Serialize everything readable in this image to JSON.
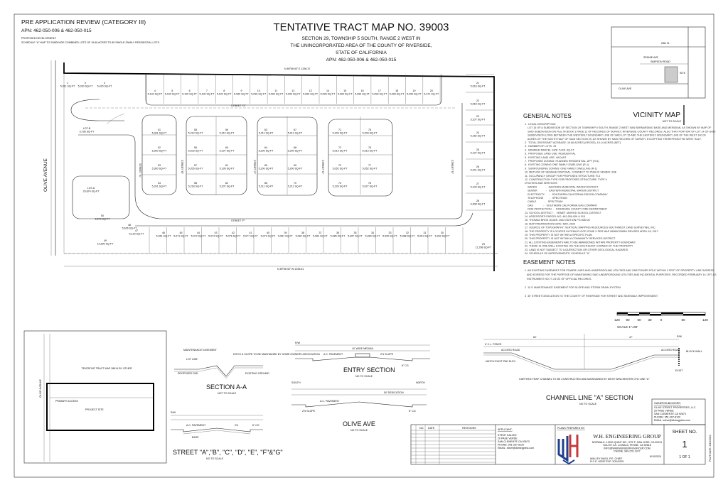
{
  "header": {
    "review_title": "PRE APPLICATION REVIEW (CATEGORY III)",
    "apn": "APN: 462-050-006 & 462-050-015",
    "dev_label": "PROPOSED DEVELOPMENT:",
    "dev_text": "SCHEDULE \"A\" MAP TO SUBDIVIDE COMBINED LOTS OF 19.66 ACRES TO 85 SINGLE-FAMILY RESIDENTIAL LOTS.",
    "map_title": "TENTATIVE TRACT MAP NO. 39003",
    "sub1": "SECTION 29, TOWNSHIP 5 SOUTH, RANGE 2 WEST IN",
    "sub2": "THE UNINCORPORATED AREA OF THE COUNTY OF RIVERSIDE,",
    "sub3": "STATE OF CALIFORNIA",
    "sub4": "APN: 462-050-006 & 462-050-015"
  },
  "site_plan": {
    "road": "OLIVE AVENUE",
    "street_g": "STREET \"G\"",
    "street_f": "STREET \"F\"",
    "street_a": "STREET \"A\"",
    "street_b": "STREET \"B\"",
    "street_c": "STREET \"C\"",
    "street_d": "STREET \"D\"",
    "street_e": "STREET \"E\"",
    "bearing_top": "N 89°56'40\" E 1296.37",
    "bearing_bottom": "N 89°56'40\" W 1296.81",
    "lot_suffix": "SQ-FT",
    "lots": [
      {
        "no": "1",
        "area": "5,011"
      },
      {
        "no": "2",
        "area": "5,030"
      },
      {
        "no": "3",
        "area": "5,420"
      },
      {
        "no": "4",
        "area": "5,134"
      },
      {
        "no": "5",
        "area": "5,100"
      },
      {
        "no": "6",
        "area": "5,100"
      },
      {
        "no": "7",
        "area": "5,100"
      },
      {
        "no": "8",
        "area": "5,100"
      },
      {
        "no": "9",
        "area": "5,099"
      },
      {
        "no": "10",
        "area": "5,099"
      },
      {
        "no": "11",
        "area": "5,099"
      },
      {
        "no": "12",
        "area": "5,099"
      },
      {
        "no": "13",
        "area": "5,099"
      },
      {
        "no": "14",
        "area": "5,099"
      },
      {
        "no": "15",
        "area": "5,099"
      },
      {
        "no": "16",
        "area": "5,099"
      },
      {
        "no": "17",
        "area": "5,099"
      },
      {
        "no": "18",
        "area": "5,099"
      },
      {
        "no": "19",
        "area": "5,099"
      },
      {
        "no": "20",
        "area": "5,371"
      },
      {
        "no": "21",
        "area": "5,016"
      },
      {
        "no": "22",
        "area": "5,063"
      },
      {
        "no": "23",
        "area": "5,107"
      },
      {
        "no": "24",
        "area": "5,152"
      },
      {
        "no": "25",
        "area": "5,197"
      },
      {
        "no": "26",
        "area": "5,241"
      },
      {
        "no": "27",
        "area": "5,103"
      },
      {
        "no": "28",
        "area": "6,308"
      },
      {
        "no": "29",
        "area": "11,298"
      },
      {
        "no": "30",
        "area": "6,392"
      },
      {
        "no": "31",
        "area": "5,061"
      },
      {
        "no": "32",
        "area": "5,088"
      },
      {
        "no": "33",
        "area": "5,090"
      },
      {
        "no": "34",
        "area": "5,089"
      },
      {
        "no": "35",
        "area": "5,087"
      },
      {
        "no": "36",
        "area": "5,085"
      },
      {
        "no": "37",
        "area": "5,084"
      },
      {
        "no": "38",
        "area": "5,082"
      },
      {
        "no": "39",
        "area": "5,081"
      },
      {
        "no": "40",
        "area": "5,079"
      },
      {
        "no": "41",
        "area": "5,077"
      },
      {
        "no": "42",
        "area": "5,076"
      },
      {
        "no": "43",
        "area": "5,074"
      },
      {
        "no": "44",
        "area": "5,072"
      },
      {
        "no": "45",
        "area": "5,071"
      },
      {
        "no": "46",
        "area": "5,061"
      },
      {
        "no": "47",
        "area": "5,120"
      },
      {
        "no": "48",
        "area": "5,626"
      },
      {
        "no": "49",
        "area": "10,590"
      },
      {
        "no": "50",
        "area": "6,579"
      },
      {
        "no": "51",
        "area": "5,301"
      },
      {
        "no": "52",
        "area": "5,300"
      },
      {
        "no": "53",
        "area": "5,300"
      },
      {
        "no": "54",
        "area": "5,201"
      },
      {
        "no": "55",
        "area": "5,212"
      },
      {
        "no": "56",
        "area": "5,203"
      },
      {
        "no": "57",
        "area": "5,205"
      },
      {
        "no": "58",
        "area": "5,218"
      },
      {
        "no": "59",
        "area": "5,210"
      },
      {
        "no": "60",
        "area": "5,197"
      },
      {
        "no": "61",
        "area": "5,195"
      },
      {
        "no": "62",
        "area": "5,207"
      },
      {
        "no": "63",
        "area": "5,211"
      },
      {
        "no": "64",
        "area": "5,200"
      },
      {
        "no": "65",
        "area": "5,200"
      },
      {
        "no": "66",
        "area": "5,211"
      },
      {
        "no": "67",
        "area": "5,211"
      },
      {
        "no": "68",
        "area": "5,200"
      },
      {
        "no": "69",
        "area": "5,200"
      },
      {
        "no": "70",
        "area": "5,211"
      },
      {
        "no": "71",
        "area": "5,209"
      },
      {
        "no": "72",
        "area": "5,013"
      },
      {
        "no": "73",
        "area": "5,052"
      },
      {
        "no": "74",
        "area": "5,226"
      },
      {
        "no": "75",
        "area": "5,209"
      },
      {
        "no": "76",
        "area": "5,013"
      },
      {
        "no": "77",
        "area": "5,052"
      },
      {
        "no": "78",
        "area": "5,027"
      },
      {
        "no": "LOT-A",
        "area": "20,874"
      },
      {
        "no": "LOT-B",
        "area": "3,795"
      }
    ]
  },
  "vicinity_map": {
    "title": "VICINITY MAP",
    "scale": "NOT TO SCALE",
    "labels": [
      "SIMPSON ROAD",
      "OLIVE AVE",
      "ZENNIE AVE",
      "SITE",
      "28th St"
    ]
  },
  "general_notes": {
    "title": "GENERAL NOTES",
    "items": [
      "1.  LEGAL DESCRIPTION:",
      "    LOT 15 OF A SUBDIVISION OF SECTION 29 TOWNSHIP 5 SOUTH, RANGE 2 WEST SAN BERNARDINO BASE AND MERIDIAN, AS SHOWN BY MAP OF",
      "    SAID SUBDIVISION ON FILE IN BOOK 1 PAGE 11 OF RECORDS OF SURVEY, RIVERSIDE COUNTY RECORDS. ALSO THAT PORTION OF LOT 14 OF SAID",
      "    SUBDIVISION LYING BETWEEN THE WESTERLY BOUNDARY LINE OF SAID LOT 15 AND THE EASTERLY BOUNDARY LINE OF THE WEST 140.00",
      "    ACRES OF THE SOUTH HALF OF SAID SECTION 29, AS SHOWN BY SAID RECORD OF SURVEY, EXCEPTING THEREFROM THE WEST HALF.",
      "2.  TOTAL GROSS/NET ACREAGE: 19.66 ACRES (GROSS), 15.14 ACRES (NET)",
      "3.  NUMBER OF LOTS: 78",
      "4.  MINIMUM PARCEL SIZE: 5,001 SQ-FT",
      "5.  PROPOSED LAND USE: RESIDENTIAL",
      "6.  EXISTING LAND USE: VACANT",
      "7.  PROPOSED ZONING: PLANNED RESIDENTIAL, APT (R-6)",
      "8.  EXISTING ZONING ONE FAMILY DWELLING (R-1)",
      "9.  SURROUNDING ZONING: ONE FAMILY DWELLING (R-1)",
      "10. METHOD OF SEWAGE DISPOSAL: CONNECT TO PUBLIC SEWER LINE",
      "11. OCCUPANCY GROUP FOR PROPOSED STRUCTURE: R-3",
      "12. CONSTRUCTION TYPE FOR PROPOSED STRUCTURE: TYPE V",
      "UTILITIES AND SERVICES:",
      "    WATER            -   EASTERN MUNICIPAL WATER DISTRICT",
      "    SEWER            -   EASTERN MUNICIPAL WATER DISTRICT",
      "    ELECTRICITY      -   SOUTHERN CALIFORNIA EDISON COMPANY",
      "    TELEPHONE        -   SPECTRUM",
      "    CABLE            -   SPECTRUM",
      "    GAS              -   SOUTHERN CALIFORNIA GAS COMPANY",
      "    FIRE PROTECTION  -   RIVERSIDE COUNTY FIRE DEPARTMENT",
      "13. SCHOOL DISTRICT -   HEMET UNIFIED SCHOOL DISTRICT",
      "14. ASSESSOR'S PARCEL NO. 462-050-006 & 015",
      "15. THOMAS BROS GUIDE: 2002 EDITION PG 808 D6",
      "16. MAP PREPARATION DATE: MAY, 2024",
      "17. SOURCE OF TOPOGRAPHY: VERTICAL MAPPING RESOURCES SOUTHWEST LAND SURVEYING, INC.",
      "18. THE PROPERTY IS LOCATED IN FEMA FLOOD ZONE X PER MAP 06065C2085H REVISED APRIL 18, 2017",
      "19. THIS PROPERTY IS NOT WITHIN A SPECIFIC PLAN",
      "20. THIS PROPERTY IS NOT WITHIN A COMMUNITY SERVICES DISTRICT",
      "21. ALL EXISTING EASEMENTS ARE TO BE ABANDONED WITHIN PROPERTY BOUNDARY",
      "22. THERE IS ONE WELL EXISTING ON THE SOUTHEAST CORNER OF THE PROPERTY",
      "23. LAND IS NOT SUBJECT TO LIQUEFACTION OR OTHER GEOLOGICAL HAZARDS",
      "24. SCHEDULE OF IMPROVEMENTS: SCHEDULE \"A\""
    ]
  },
  "easement_notes": {
    "title": "EASEMENT NOTES",
    "items": [
      "1  AN EXISTING EASEMENT FOR POWER LINES AND UNDERGROUND UTILITIES AND ONE POWER POLE WITHIN 3 FEET OF PROPERTY LINE INGRESS",
      "   AND EGRESS FOR THE PURPOSE OF MAINTAINING SAID UNDERGROUND UTILITIES AND INCIDENTAL PURPOSES. RECORDED FEBRUARY 14 1977 AS",
      "   INSTRUMENT NO.77-24722 OF OFFICIAL RECORDS.",
      "2  12.0' MAINTENANCE EASEMENT FOR SLOPE AND STORM DRAIN SYSTEM",
      "3  30' STREET DEDICATION TO THE COUNTY OF RIVERSIDE FOR STREET AND SIDEWALK IMPROVEMENT."
    ]
  },
  "scale_bar": {
    "ticks": [
      "120",
      "90",
      "60",
      "30",
      "0",
      "60",
      "120"
    ],
    "label": "SCALE 1\"=60'"
  },
  "sections": {
    "section_aa": {
      "title": "SECTION A-A",
      "scale": "NOT TO SCALE",
      "labels": [
        "MAINTENANCE EASEMENT",
        "LOT LINE",
        "PROPOSED PAD",
        "DITCH & SLOPE TO BE MAINTAINED BY HOME OWNERS ASSOCIATION",
        "EXISTING GROUND"
      ]
    },
    "entry": {
      "title": "ENTRY SECTION",
      "scale": "NO TO SCALE",
      "labels": [
        "R/W",
        "A.C. PAVEMENT",
        "10' WIDE MEDIAN",
        "2% SLOPE",
        "6\" CG"
      ]
    },
    "olive": {
      "title": "OLIVE AVE",
      "scale": "NO TO SCALE",
      "labels": [
        "SOUTH",
        "NORTH",
        "A.C. PAVEMENT",
        "2% SLOPE",
        "6\" CG",
        "50' DEDICATION"
      ]
    },
    "street": {
      "title": "STREET \"A\",\"B\", \"C\", \"D\", \"E\", \"F\"&\"G\"",
      "scale": "NO TO SCALE",
      "labels": [
        "R/W",
        "A.C. PAVEMENT",
        "BASE",
        "2%",
        "6\" CG"
      ]
    },
    "channel": {
      "title": "CHANNEL LINE \"A\" SECTION",
      "scale": "NO TO SCALE",
      "labels": [
        "6' C.L. FENCE",
        "ACCESS ROAD",
        "MATCH EXIST PAD ELEV",
        "EARTHEN TRAP. CHANNEL TO BE CONSTRUCTED AND MAINTAINED BY WEST WINCHESTER CFD LINE \"A\"",
        "ACCESS ROAD",
        "BLOCK WALL",
        "EXIST",
        "R/W",
        "62'",
        "47'"
      ]
    }
  },
  "location_map": {
    "labels": [
      "TENTATIVE TRACT MAP 38614 BY OTHER",
      "PRIMARY ACCESS",
      "PROJECT SITE",
      "OLIVE AVENUE"
    ]
  },
  "title_block": {
    "revisions_headers": [
      "NO.",
      "DATE",
      "REVISIONS"
    ],
    "applicant_title": "APPLICANT:",
    "applicant_lines": [
      "STEVE GALVEZ",
      "20 PASE VERDE",
      "SAN CLEMENTE CA 92673",
      "PHONE: 951-267-8120",
      "EMAIL: steve@dkrsegptinc.com"
    ],
    "prepared_by": "PLANS PREPARED BY:",
    "firm_name": "W.H. ENGINEERING GROUP",
    "firm_lines": [
      "NORWALK: 13200 QUINT DR., STE F, SAN JOSE, CA 95131",
      "SOUTH CA: 14 WALD, IRVINE, CA 92618",
      "INFO@WHENGINEERINGGROUP.COM",
      "PHONE: 949-276-1977"
    ],
    "date": "8/10/2024",
    "engineer_lines": [
      "WALLEY BASU, P.E. CHIEF",
      "R.C.E. 83267 EXP. 3/31/2025"
    ],
    "owner_title": "OWNER/SUBDIVIDER:",
    "owner_lines": [
      "OLIVE STREET PROPERTIES, LLC",
      "20 PASE VERDE",
      "SAN CLEMENTE CA 92673",
      "PHONE: 951-267-8120",
      "EMAIL: steve@dkrsegptinc.com"
    ],
    "sheet_label": "SHEET NO.",
    "sheet_no": "1",
    "sheet_of": "1 OF 1",
    "plot_date": "PLOT DATE: 8/10/2024"
  },
  "colors": {
    "logo_blue": "#1f3f8f",
    "logo_red": "#c8393b",
    "line": "#222222"
  }
}
